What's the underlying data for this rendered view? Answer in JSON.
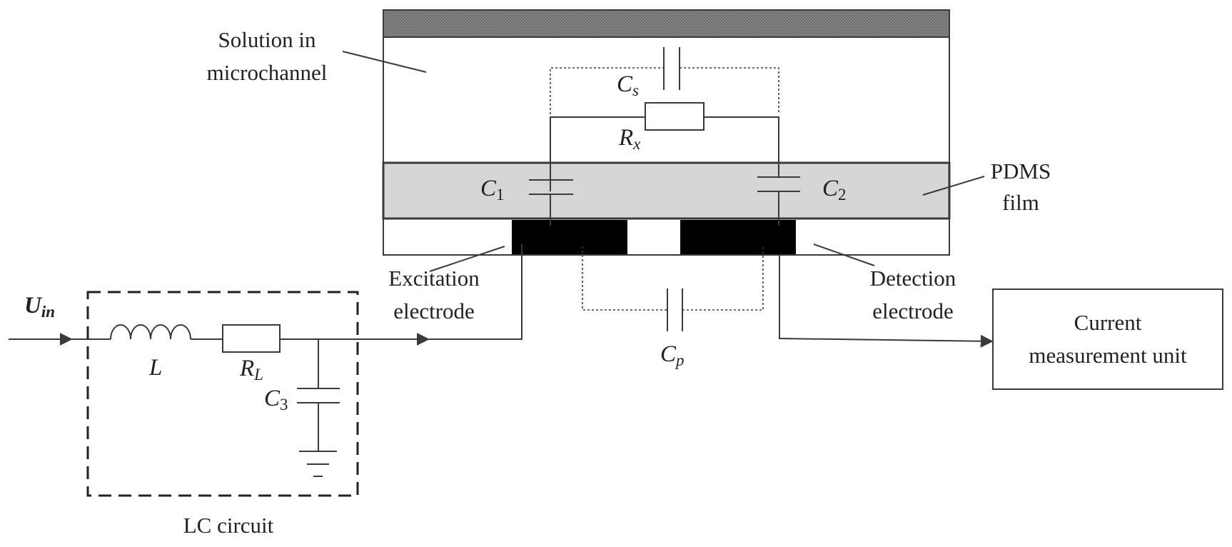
{
  "labels": {
    "solution_line1": "Solution in",
    "solution_line2": "microchannel",
    "pdms_line1": "PDMS",
    "pdms_line2": "film",
    "excitation_line1": "Excitation",
    "excitation_line2": "electrode",
    "detection_line1": "Detection",
    "detection_line2": "electrode",
    "current_line1": "Current",
    "current_line2": "measurement unit",
    "lc_circuit": "LC circuit"
  },
  "symbols": {
    "cs": {
      "main": "C",
      "sub": "s"
    },
    "rx": {
      "main": "R",
      "sub": "x"
    },
    "c1": {
      "main": "C",
      "sub": "1"
    },
    "c2": {
      "main": "C",
      "sub": "2"
    },
    "cp": {
      "main": "C",
      "sub": "p"
    },
    "l": {
      "main": "L"
    },
    "rl": {
      "main": "R",
      "sub": "L"
    },
    "c3": {
      "main": "C",
      "sub": "3"
    },
    "uin": {
      "main": "U",
      "sub": "in"
    }
  },
  "colors": {
    "line": "#3a3a3a",
    "hatch_bar": "#777777",
    "pdms_fill": "#d6d6d6",
    "electrode": "#000000",
    "text": "#222222"
  }
}
